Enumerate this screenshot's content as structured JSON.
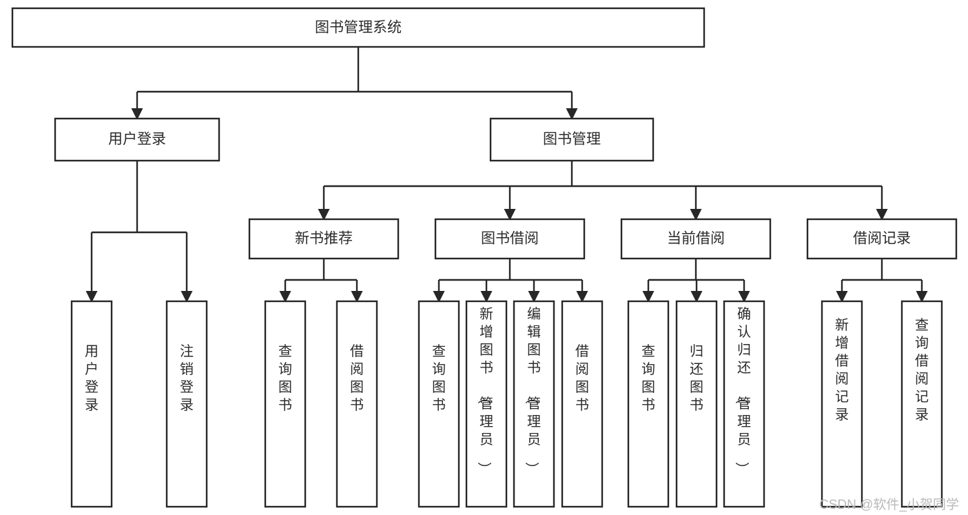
{
  "diagram": {
    "title": "图书管理系统",
    "type": "tree-hierarchy",
    "orientation": "top-down",
    "background_color": "#ffffff",
    "line_color": "#272727",
    "text_color": "#2b2b2b"
  },
  "root": {
    "label": "图书管理系统"
  },
  "level2": {
    "user_login": {
      "label": "用户登录"
    },
    "book_manage": {
      "label": "图书管理"
    }
  },
  "level3": {
    "new_book": {
      "label": "新书推荐"
    },
    "borrow_book": {
      "label": "图书借阅"
    },
    "current_borrow": {
      "label": "当前借阅"
    },
    "borrow_record": {
      "label": "借阅记录"
    }
  },
  "leaves": {
    "user_login": [
      {
        "label": "用户登录"
      },
      {
        "label": "注销登录"
      }
    ],
    "new_book": [
      {
        "label": "查询图书"
      },
      {
        "label": "借阅图书"
      }
    ],
    "borrow_book": [
      {
        "label": "查询图书"
      },
      {
        "label": "新增图书（管理员）"
      },
      {
        "label": "编辑图书（管理员）"
      },
      {
        "label": "借阅图书"
      }
    ],
    "current_borrow": [
      {
        "label": "查询图书"
      },
      {
        "label": "归还图书"
      },
      {
        "label": "确认归还（管理员）"
      }
    ],
    "borrow_record": [
      {
        "label": "新增借阅记录"
      },
      {
        "label": "查询借阅记录"
      }
    ]
  },
  "watermark": {
    "text": "CSDN @软件_小贺同学"
  }
}
